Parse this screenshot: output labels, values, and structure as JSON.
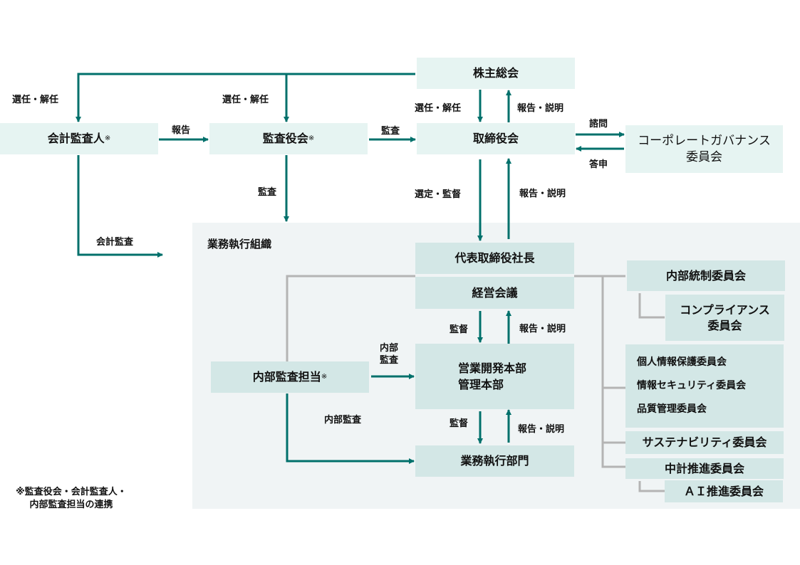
{
  "colors": {
    "arrow": "#00706b",
    "connector": "#b4b4b4",
    "top_box": "#e6f4f2",
    "exec_box": "#d3e7e6",
    "exec_area": "#f0f4f5"
  },
  "nodes": {
    "shareholders": "株主総会",
    "accounting_auditor": "会計監査人",
    "audit_board": "監査役会",
    "board": "取締役会",
    "governance_committee_line1": "コーポレートガバナンス",
    "governance_committee_line2": "委員会",
    "ceo": "代表取締役社長",
    "management_meeting": "経営会議",
    "divisions_line1": "営業開発本部",
    "divisions_line2": "管理本部",
    "operations": "業務執行部門",
    "internal_audit": "内部監査担当",
    "internal_control": "内部統制委員会",
    "compliance_line1": "コンプライアンス",
    "compliance_line2": "委員会",
    "privacy": "個人情報保護委員会",
    "infosec": "情報セキュリティ委員会",
    "quality": "品質管理委員会",
    "sustainability": "サステナビリティ委員会",
    "midterm": "中計推進委員会",
    "ai": "ＡＩ推進委員会"
  },
  "note_mark": "※",
  "exec_area_title": "業務執行組織",
  "edge_labels": {
    "appoint_dismiss_auditor": "選任・解任",
    "appoint_dismiss_board_auditors": "選任・解任",
    "report_to_audit_board": "報告",
    "audit_board_audits": "監査",
    "appoint_dismiss_directors": "選任・解任",
    "report_explain_to_shareholders": "報告・説明",
    "consult": "諮問",
    "reply": "答申",
    "audit_exec": "監査",
    "select_supervise": "選定・監督",
    "report_explain_to_board": "報告・説明",
    "accounting_audit": "会計監査",
    "supervise_divisions": "監督",
    "report_explain_to_mgmt": "報告・説明",
    "internal_audit_divisions_line1": "内部",
    "internal_audit_divisions_line2": "監査",
    "internal_audit_operations": "内部監査",
    "supervise_operations": "監督",
    "report_explain_from_operations": "報告・説明"
  },
  "footnote_line1": "※監査役会・会計監査人・",
  "footnote_line2": "内部監査担当の連携"
}
